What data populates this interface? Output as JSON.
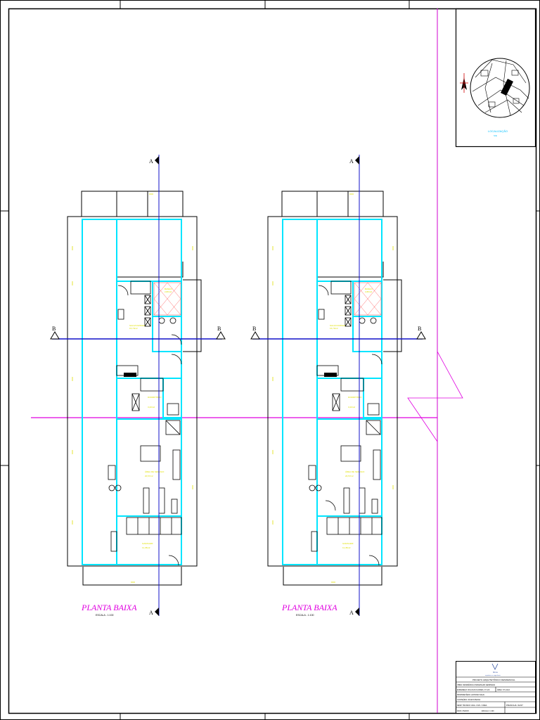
{
  "drawing": {
    "plan_title": "PLANTA BAIXA",
    "plan_scale": "ESCALA - 1:100",
    "section_marks": {
      "a": "A",
      "b": "B"
    },
    "colors": {
      "frame": "#000000",
      "walls": "#00e5ff",
      "section_line": "#1010c8",
      "axis_line": "#e000e0",
      "title_text": "#e000e0",
      "annotation": "#e0e000",
      "hatch": "#ff6a6a"
    }
  },
  "plans": [
    {
      "id": "left",
      "rooms": [
        "SALA/COZINHA",
        "BANHO",
        "DORMITÓRIO",
        "ÁREA DE SERVIÇO",
        "GARAGEM"
      ],
      "areas": [
        "15,70m2",
        "2,80m2",
        "3,20m2",
        "20,57m2",
        "11,45m2"
      ]
    },
    {
      "id": "right",
      "rooms": [
        "SALA/COZINHA",
        "BANHO",
        "DORMITÓRIO",
        "ÁREA DE SERVIÇO",
        "GARAGEM"
      ],
      "areas": [
        "15,70m2",
        "2,80m2",
        "3,20m2",
        "20,57m2",
        "11,45m2"
      ]
    }
  ],
  "location_map": {
    "caption": "LOCALIZAÇÃO",
    "caption_scale": "S/E",
    "north_icon": "north-arrow-icon"
  },
  "title_block": {
    "logo_text": "firma",
    "logo_subtext": "arquitetura e engenharia",
    "project": "PROJETO ARQUITETÔNICO RESIDENCIAL",
    "rows": [
      {
        "left": "OBRA: RESIDÊNCIA UNIFAMILIAR GEMINADA",
        "right": ""
      },
      {
        "left": "ENDEREÇO: RUA DAS FLORES, Nº 120",
        "right": "ÁREA: 97,14m2"
      },
      {
        "left": "PROPRIETÁRIO: ANTONIO SILVA",
        "right": ""
      },
      {
        "left": "CONTEÚDO: PLANTA BAIXA",
        "right": ""
      },
      {
        "left": "RESP. TÉCNICO: ENG. CIVIL / CREA",
        "right": "PRANCHA: 01/07"
      },
      {
        "left": "DATA: 05/2015",
        "right": "ESCALA: 1:100"
      }
    ]
  }
}
